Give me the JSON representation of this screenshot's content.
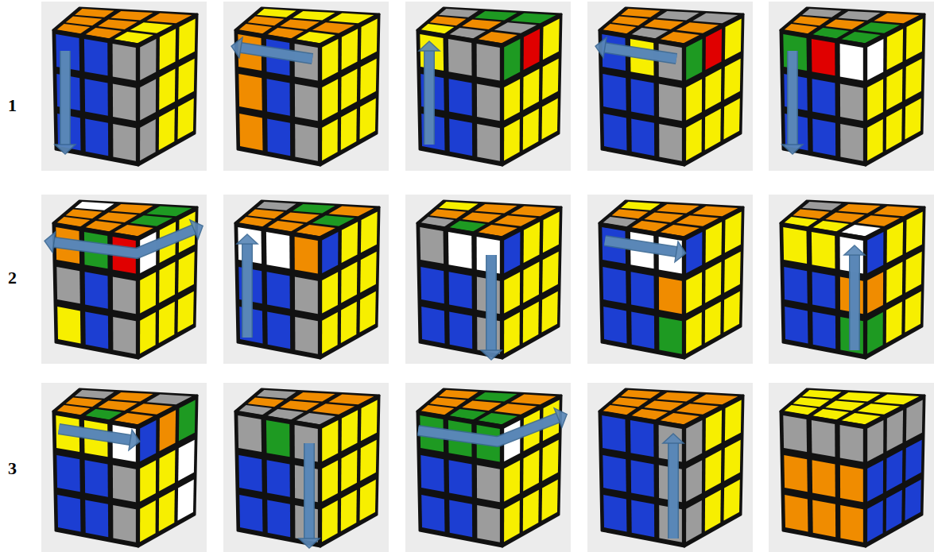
{
  "diagram": {
    "labels": [
      "1",
      "2",
      "3"
    ]
  }
}
